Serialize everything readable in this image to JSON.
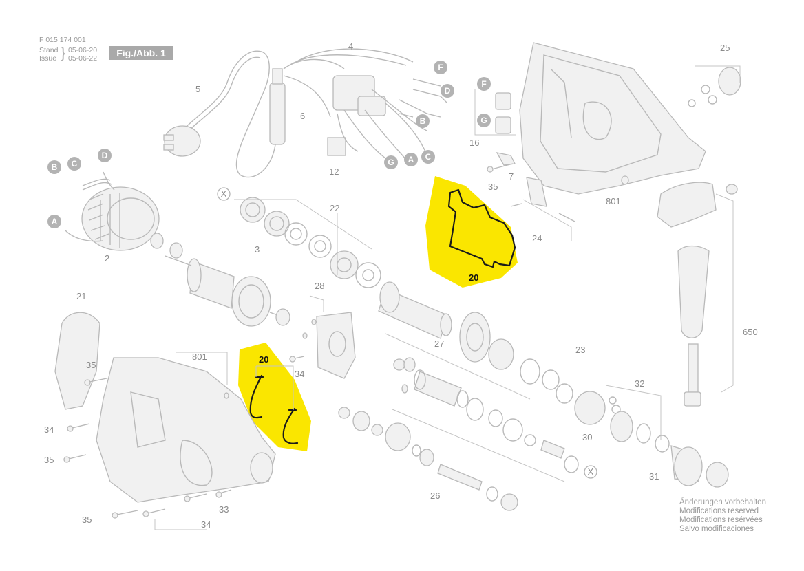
{
  "header": {
    "part_number": "F 015 174 001",
    "stand_label": "Stand",
    "stand_date_old": "05-06-20",
    "issue_label": "Issue",
    "issue_date": "05-06-22",
    "figure_label": "Fig./Abb. 1"
  },
  "notes": {
    "line1": "Änderungen vorbehalten",
    "line2": "Modifications reserved",
    "line3": "Modifications resérvées",
    "line4": "Salvo modificaciones"
  },
  "callouts": {
    "c2": "2",
    "c3": "3",
    "c4": "4",
    "c5": "5",
    "c6": "6",
    "c7": "7",
    "c12": "12",
    "c16": "16",
    "c20a": "20",
    "c20b": "20",
    "c21": "21",
    "c22": "22",
    "c23": "23",
    "c24": "24",
    "c25": "25",
    "c26": "26",
    "c27": "27",
    "c28": "28",
    "c30": "30",
    "c31": "31",
    "c32": "32",
    "c33": "33",
    "c34a": "34",
    "c34b": "34",
    "c34c": "34",
    "c35a": "35",
    "c35b": "35",
    "c35c": "35",
    "c35d": "35",
    "c650": "650",
    "c801a": "801",
    "c801b": "801"
  },
  "markers": {
    "A": "A",
    "B": "B",
    "C": "C",
    "D": "D",
    "F": "F",
    "G": "G",
    "X": "X"
  },
  "highlight_color": "#fae600",
  "line_color": "#b9b9b9"
}
